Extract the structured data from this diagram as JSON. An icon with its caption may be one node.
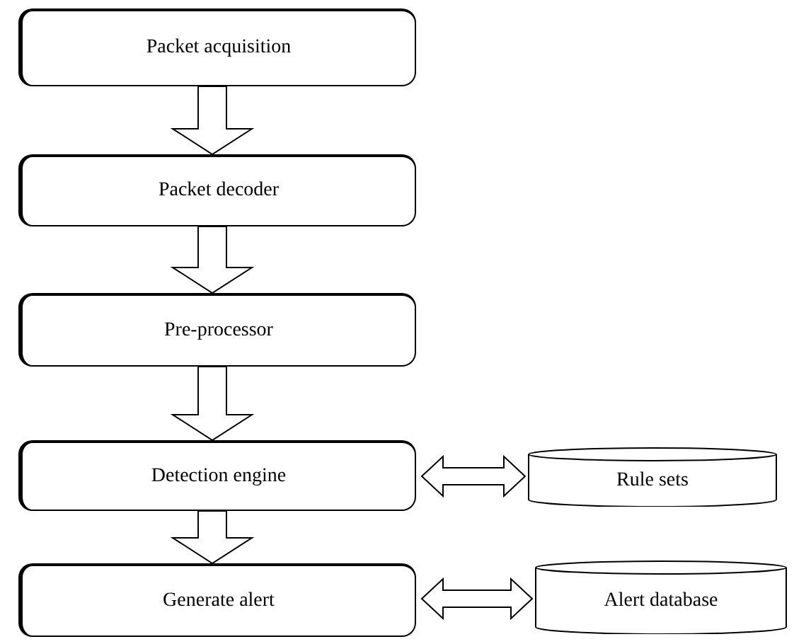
{
  "diagram": {
    "nodes": [
      {
        "text": [
          "Packet acquisition"
        ]
      },
      {
        "text": [
          "Packet decoder"
        ]
      },
      {
        "text": [
          "Pre-processor"
        ]
      },
      {
        "text": [
          "Detection engine"
        ]
      },
      {
        "text": [
          "Generate alert"
        ]
      },
      {
        "text": [
          "Rule sets"
        ]
      },
      {
        "text": [
          "Alert database"
        ]
      }
    ],
    "edges": [
      {
        "from": 0,
        "to": 1,
        "arrow": "to"
      },
      {
        "from": 1,
        "to": 2,
        "arrow": "to"
      },
      {
        "from": 2,
        "to": 3,
        "arrow": "to"
      },
      {
        "from": 3,
        "to": 4,
        "arrow": "to"
      },
      {
        "from": 3,
        "to": 5,
        "arrow": "both"
      },
      {
        "from": 4,
        "to": 6,
        "arrow": "both"
      }
    ]
  }
}
